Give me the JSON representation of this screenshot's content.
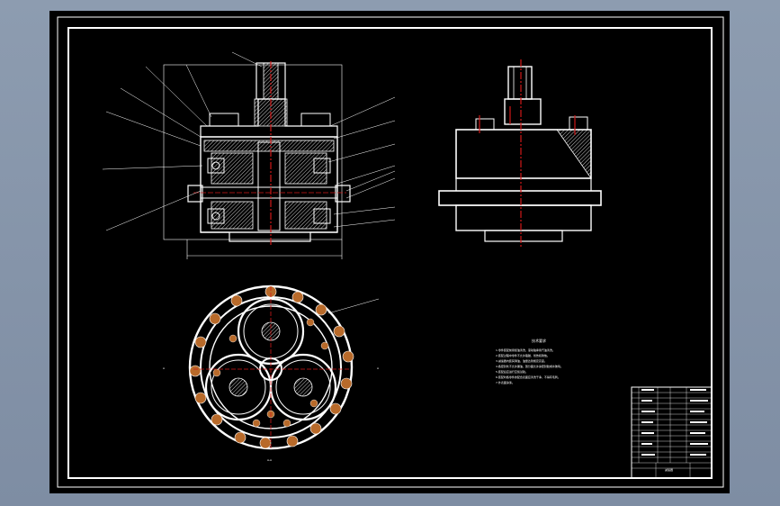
{
  "drawing": {
    "notes_title": "技术要求",
    "notes": [
      "1.零件装配前用煤油清洗，滚动轴承用汽油清洗。",
      "2.装配过程中零件不允许磕碰、划伤和锈蚀。",
      "3.减速器内装润滑油，油量达到规定高度。",
      "4.各密封处不允许漏油，剖分面允许涂密封胶或水玻璃。",
      "5.装配后应进行空载试验。",
      "6.装配时各零件的配合表面应清洗干净，不得有毛刺。",
      "7.外表面涂漆。"
    ],
    "title_block_name": "减速器",
    "bottom_view_label": "A-A",
    "left_mark": "A",
    "right_mark": "A"
  },
  "colors": {
    "sheet": "#000000",
    "line": "#ffffff",
    "centerline": "#d01818",
    "bolt": "#b86a2a"
  }
}
